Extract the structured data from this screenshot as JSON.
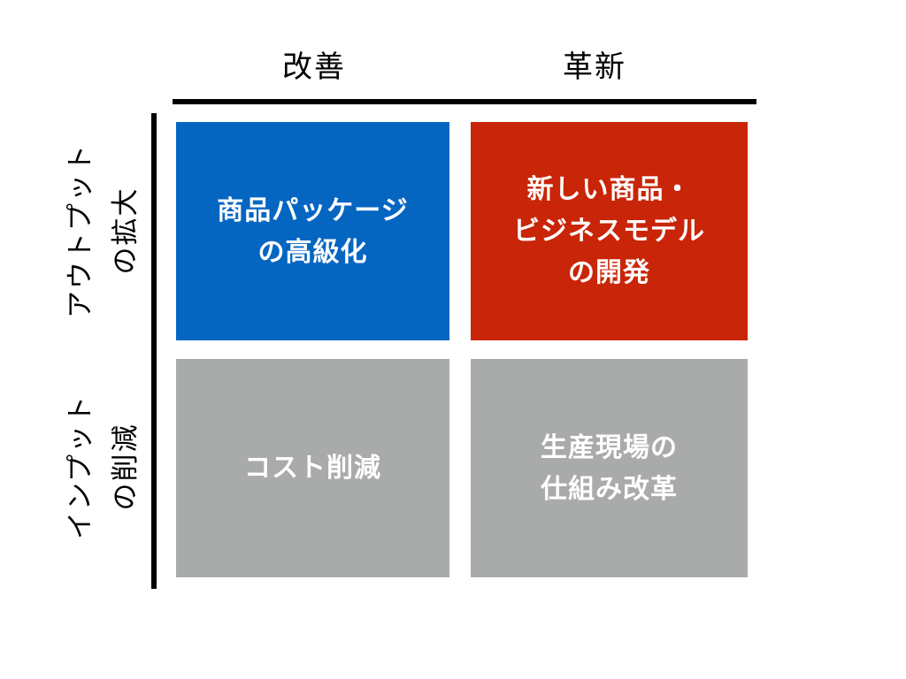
{
  "axes": {
    "columns": [
      {
        "label": "改善"
      },
      {
        "label": "革新"
      }
    ],
    "rows": [
      {
        "line1": "アウトプット",
        "line2": "の拡大"
      },
      {
        "line1": "インプット",
        "line2": "の削減"
      }
    ]
  },
  "quadrants": [
    {
      "id": "top-left",
      "lines": [
        "商品パッケージ",
        "の高級化"
      ],
      "bg": "#0566C2",
      "text_color": "#FFFFFF"
    },
    {
      "id": "top-right",
      "lines": [
        "新しい商品・",
        "ビジネスモデル",
        "の開発"
      ],
      "bg": "#C92508",
      "text_color": "#FFFFFF"
    },
    {
      "id": "bottom-left",
      "lines": [
        "コスト削減"
      ],
      "bg": "#A9ABAB",
      "text_color": "#FFFFFF"
    },
    {
      "id": "bottom-right",
      "lines": [
        "生産現場の",
        "仕組み改革"
      ],
      "bg": "#A9ABAB",
      "text_color": "#FFFFFF"
    }
  ],
  "colors": {
    "axis": "#000000",
    "background": "#FFFFFF",
    "quadrant_blue": "#0566C2",
    "quadrant_red": "#C92508",
    "quadrant_gray": "#A9ABAB"
  }
}
